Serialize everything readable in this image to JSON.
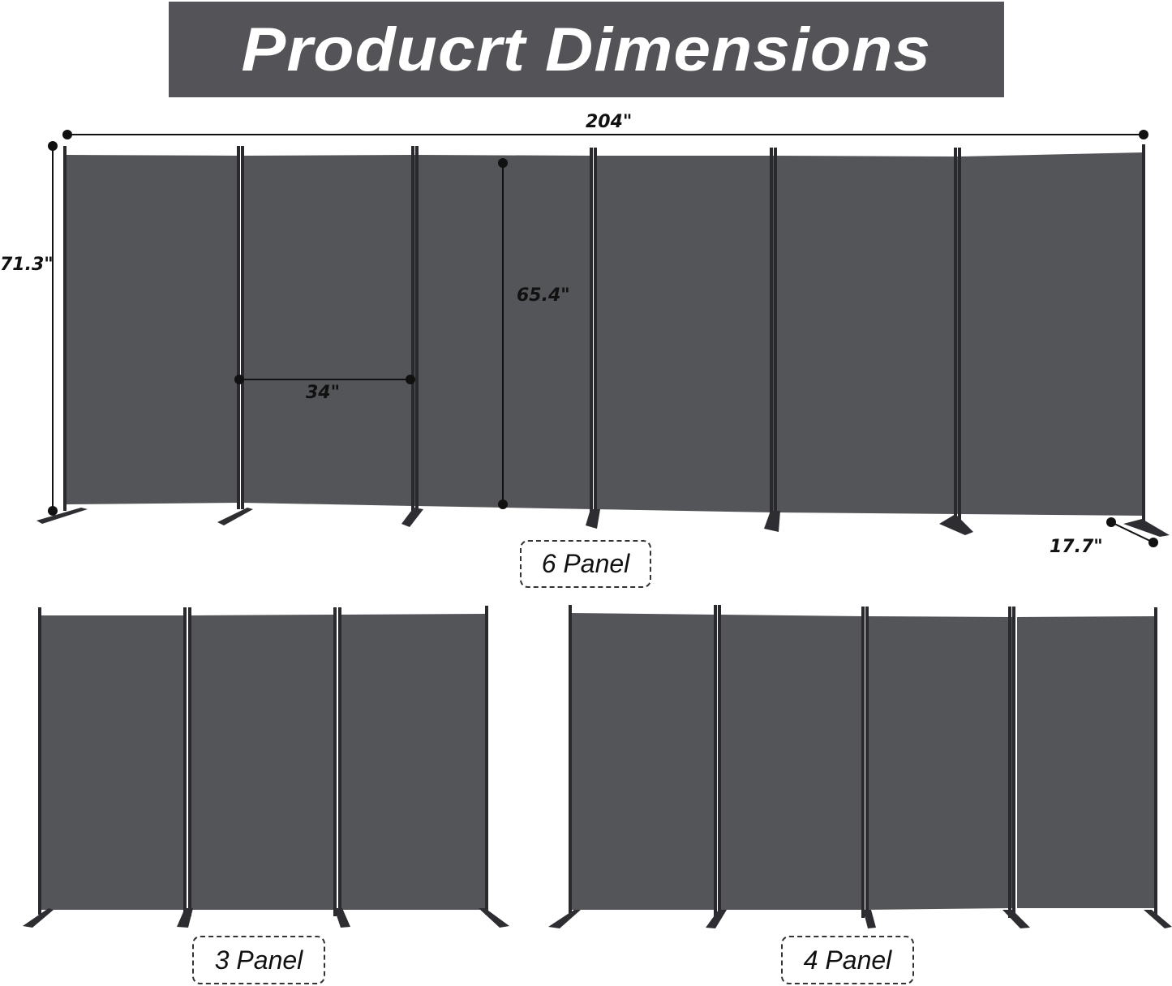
{
  "header": {
    "title": "Producrt Dimensions",
    "background_color": "#545458",
    "text_color": "#ffffff"
  },
  "six_panel": {
    "label": "6 Panel",
    "panel_count": 6,
    "dimensions": {
      "total_width": "204\"",
      "total_height": "71.3\"",
      "fabric_height": "65.4\"",
      "panel_width": "34\"",
      "foot_depth": "17.7\""
    }
  },
  "three_panel": {
    "label": "3 Panel",
    "panel_count": 3
  },
  "four_panel": {
    "label": "4 Panel",
    "panel_count": 4
  },
  "colors": {
    "fabric": "#545559",
    "frame": "#2a2a2e",
    "dimension_line": "#111111"
  }
}
